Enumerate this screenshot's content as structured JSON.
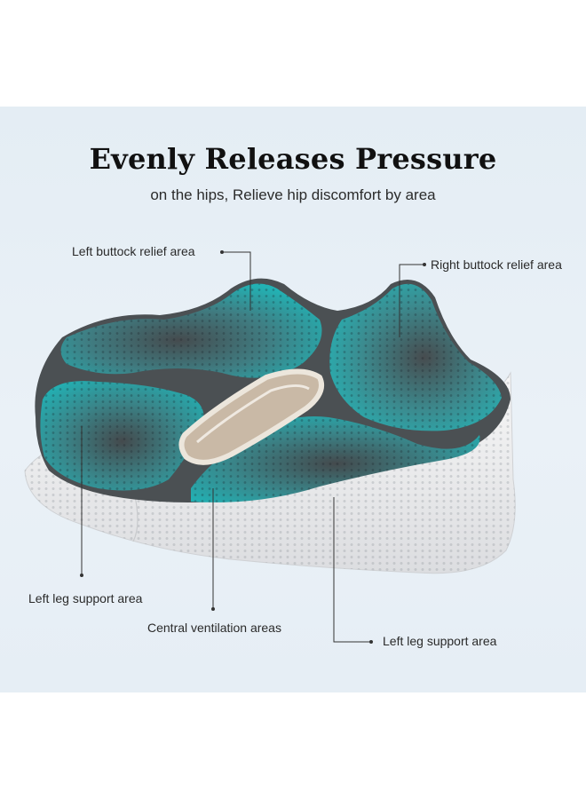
{
  "header": {
    "title": "Evenly Releases Pressure",
    "subtitle": "on the hips, Relieve hip discomfort by area"
  },
  "callouts": {
    "left_buttock": "Left buttock relief area",
    "right_buttock": "Right buttock relief area",
    "left_leg": "Left leg support area",
    "central": "Central ventilation areas",
    "right_leg": "Left leg support area"
  },
  "colors": {
    "background": "#e8f0f6",
    "gel_teal": "#2aa8a8",
    "gel_dark": "#4a4f52",
    "foam_white": "#f3f3f3"
  }
}
